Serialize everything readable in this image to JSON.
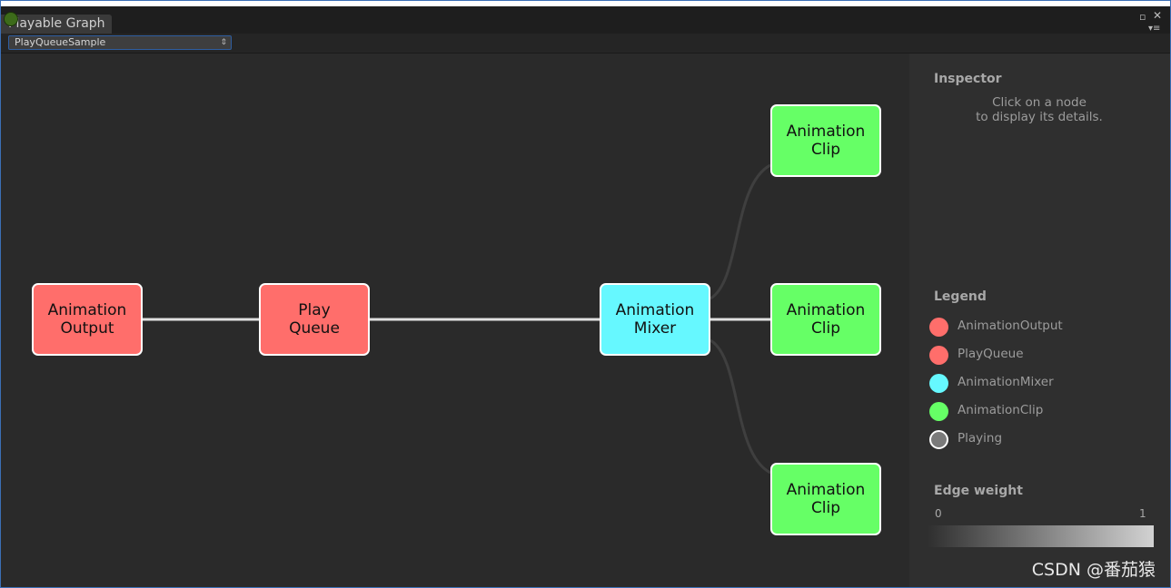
{
  "window": {
    "tab_title": "Playable Graph",
    "maximize_glyph": "▫",
    "close_glyph": "✕",
    "menu_glyph": "▾≡"
  },
  "toolbar": {
    "graph_select": {
      "value": "PlayQueueSample",
      "arrow": "⇕"
    }
  },
  "graph": {
    "nodes": [
      {
        "id": "animation-output",
        "line1": "Animation",
        "line2": "Output",
        "color": "#ff6e6b"
      },
      {
        "id": "play-queue",
        "line1": "Play",
        "line2": "Queue",
        "color": "#ff6e6b"
      },
      {
        "id": "animation-mixer",
        "line1": "Animation",
        "line2": "Mixer",
        "color": "#66f8ff"
      },
      {
        "id": "animation-clip-1",
        "line1": "Animation",
        "line2": "Clip",
        "color": "#66ff66"
      },
      {
        "id": "animation-clip-2",
        "line1": "Animation",
        "line2": "Clip",
        "color": "#66ff66"
      },
      {
        "id": "animation-clip-3",
        "line1": "Animation",
        "line2": "Clip",
        "color": "#66ff66"
      }
    ],
    "edges": [
      {
        "from": "animation-output",
        "to": "play-queue",
        "weight": 1
      },
      {
        "from": "play-queue",
        "to": "animation-mixer",
        "weight": 1
      },
      {
        "from": "animation-mixer",
        "to": "animation-clip-1",
        "weight": 0
      },
      {
        "from": "animation-mixer",
        "to": "animation-clip-2",
        "weight": 1
      },
      {
        "from": "animation-mixer",
        "to": "animation-clip-3",
        "weight": 0
      }
    ]
  },
  "inspector": {
    "title": "Inspector",
    "hint_line1": "Click on a node",
    "hint_line2": "to display its details.",
    "legend_title": "Legend",
    "legend": [
      {
        "label": "AnimationOutput",
        "color": "#ff6e6b"
      },
      {
        "label": "PlayQueue",
        "color": "#ff6e6b"
      },
      {
        "label": "AnimationMixer",
        "color": "#66f8ff"
      },
      {
        "label": "AnimationClip",
        "color": "#66ff66"
      },
      {
        "label": "Playing",
        "color": "#7a7a7a"
      }
    ],
    "edge_weight_title": "Edge weight",
    "edge_weight_min": "0",
    "edge_weight_max": "1"
  },
  "watermark": "CSDN @番茄猿"
}
